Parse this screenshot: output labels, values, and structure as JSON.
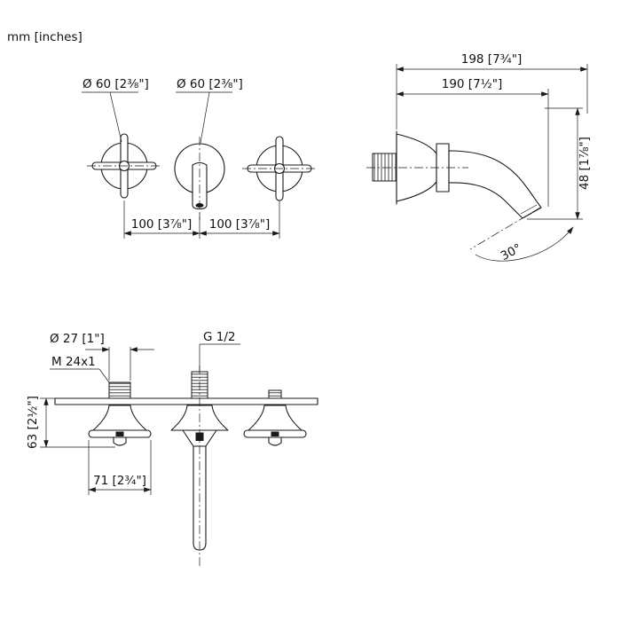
{
  "drawing": {
    "units_label": "mm [inches]",
    "front_view": {
      "dim_handle_diameter_left": "Ø 60 [2⅜\"]",
      "dim_spout_diameter": "Ø 60 [2⅜\"]",
      "dim_center_distance_left": "100 [3⅞\"]",
      "dim_center_distance_right": "100 [3⅞\"]"
    },
    "side_view": {
      "dim_length_total": "198 [7¾\"]",
      "dim_length_to_outlet": "190 [7½\"]",
      "dim_drop_height": "48 [1⅞\"]",
      "dim_outlet_angle": "30°"
    },
    "plan_view": {
      "dim_stem_diameter": "Ø 27 [1\"]",
      "dim_thread": "M 24x1",
      "dim_connection_thread": "G 1/2",
      "dim_depth": "63 [2½\"]",
      "dim_handle_width": "71 [2¾\"]"
    },
    "colors": {
      "line": "#1a1a1a",
      "background": "#ffffff"
    }
  }
}
